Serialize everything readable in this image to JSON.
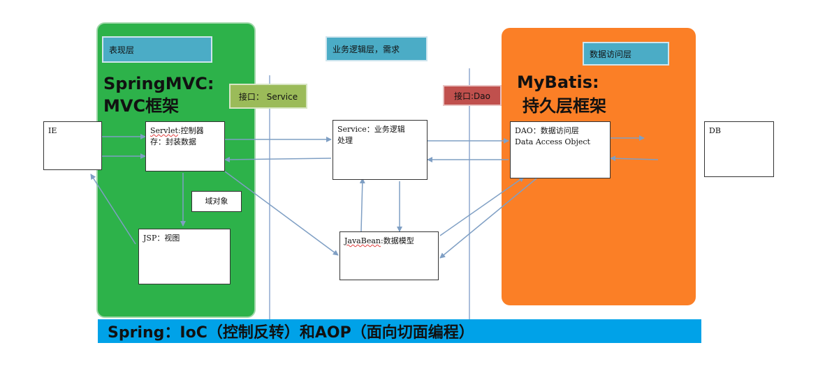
{
  "layers": {
    "presentation_label": "表现层",
    "business_label": "业务逻辑层，需求",
    "data_access_label": "数据访问层"
  },
  "frameworks": {
    "springmvc_line1": "SpringMVC:",
    "springmvc_line2": "MVC框架",
    "mybatis_line1": "MyBatis:",
    "mybatis_line2": "持久层框架"
  },
  "interfaces": {
    "service": "接口： Service",
    "dao": "接口:Dao"
  },
  "nodes": {
    "ie": "IE",
    "servlet_name": "Servlet",
    "servlet_rest": ":控制器",
    "servlet_line2": "存：封装数据",
    "domain_object": "域对象",
    "jsp": "JSP：视图",
    "service_line1": "Service：业务逻辑",
    "service_line2": "处理",
    "javabean_name": "JavaBean",
    "javabean_rest": ":数据模型",
    "dao_line1": "DAO：数据访问层",
    "dao_line2": "Data Access Object",
    "db": "DB"
  },
  "banner": "Spring：IoC（控制反转）和AOP（面向切面编程）",
  "colors": {
    "springmvc_panel": "#2db24a",
    "mybatis_panel": "#fb7f26",
    "layer_tag": "#4bacc6",
    "service_tag": "#9bbb59",
    "dao_tag": "#c0504d",
    "banner": "#00a2e8",
    "arrow": "#7f9fc4"
  }
}
